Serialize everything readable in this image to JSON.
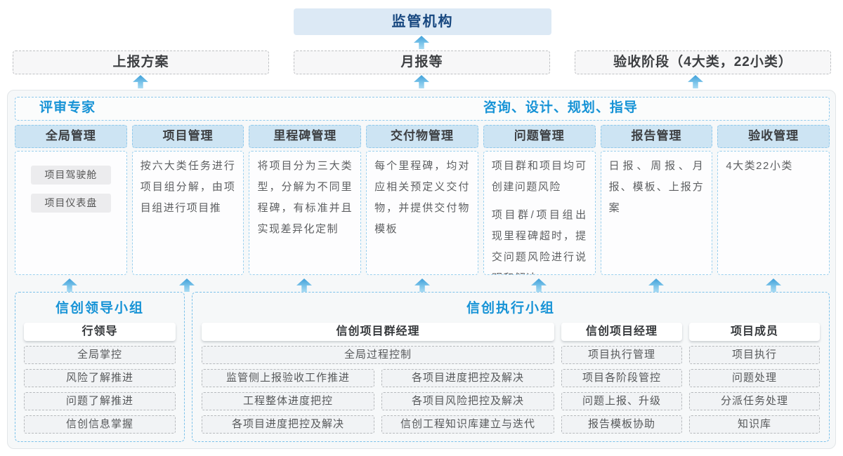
{
  "top": {
    "regulator": "监管机构",
    "boxes": [
      "上报方案",
      "月报等",
      "验收阶段（4大类，22小类）"
    ]
  },
  "panel": {
    "left_header": "评审专家",
    "right_header": "咨询、设计、规划、指导",
    "columns": [
      {
        "title": "全局管理",
        "chips": [
          "项目驾驶舱",
          "项目仪表盘"
        ]
      },
      {
        "title": "项目管理",
        "paragraphs": [
          "按六大类任务进行项目组分解，由项目组进行项目推"
        ]
      },
      {
        "title": "里程碑管理",
        "paragraphs": [
          "将项目分为三大类型，分解为不同里程碑，有标准并且实现差异化定制"
        ]
      },
      {
        "title": "交付物管理",
        "paragraphs": [
          "每个里程碑，均对应相关预定义交付物，并提供交付物模板"
        ]
      },
      {
        "title": "问题管理",
        "paragraphs": [
          "项目群和项目均可创建问题风险",
          "项目群/项目组出现里程碑超时，提交问题风险进行说明和解决"
        ]
      },
      {
        "title": "报告管理",
        "paragraphs": [
          "日报、周报、月报、模板、上报方案"
        ]
      },
      {
        "title": "验收管理",
        "paragraphs": [
          "4大类22小类"
        ]
      }
    ]
  },
  "bottom": {
    "leader_group": {
      "title": "信创领导小组",
      "role": "行领导",
      "items": [
        "全局掌控",
        "风险了解推进",
        "问题了解推进",
        "信创信息掌握"
      ]
    },
    "exec_group": {
      "title": "信创执行小组",
      "program_manager": {
        "role": "信创项目群经理",
        "full_item": "全局过程控制",
        "left_items": [
          "监管侧上报验收工作推进",
          "工程整体进度把控",
          "各项目进度把控及解决"
        ],
        "right_items": [
          "各项目进度把控及解决",
          "各项目风险把控及解决",
          "信创工程知识库建立与迭代"
        ]
      },
      "project_manager": {
        "role": "信创项目经理",
        "items": [
          "项目执行管理",
          "项目各阶段管控",
          "问题上报、升级",
          "报告模板协助"
        ]
      },
      "member": {
        "role": "项目成员",
        "items": [
          "项目执行",
          "问题处理",
          "分派任务处理",
          "知识库"
        ]
      }
    }
  },
  "colors": {
    "accent_blue": "#1793d6",
    "regulator_text": "#17477f",
    "regulator_fill": "#dce9f5",
    "column_header_fill": "#cde4f3",
    "dashed_blue_border": "#8fc9ec",
    "arrow_blue": "#3e9fd9",
    "panel_fill": "#f6f8f9"
  }
}
